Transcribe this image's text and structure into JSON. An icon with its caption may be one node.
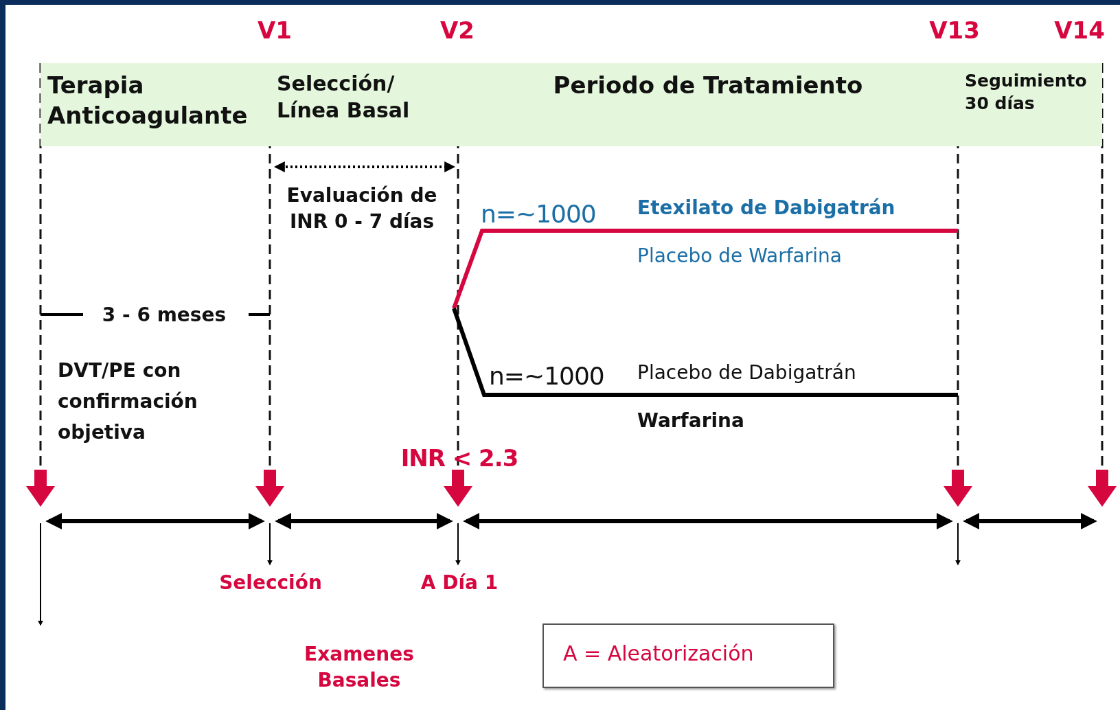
{
  "diagram": {
    "nodes": [
      {
        "text": [
          "Terapia Anticoagulante"
        ]
      },
      {
        "text": [
          "Selección/ Línea Basal"
        ]
      },
      {
        "text": [
          "Periodo de Tratamiento"
        ]
      },
      {
        "text": [
          "Seguimiento 30 días"
        ]
      }
    ],
    "labels": [
      "V1",
      "V2",
      "V13",
      "V14",
      "Evaluación de INR 0 - 7 días",
      "n=~1000",
      "Etexilato de Dabigatrán",
      "Placebo de Warfarina",
      "3 - 6 meses",
      "DVT/PE con confirmación objetiva",
      "n=~1000",
      "Placebo de Dabigatrán",
      "Warfarina",
      "INR < 2.3",
      "Selección",
      "A Día 1",
      "A = Aleatorización",
      "Examenes Basales"
    ]
  }
}
